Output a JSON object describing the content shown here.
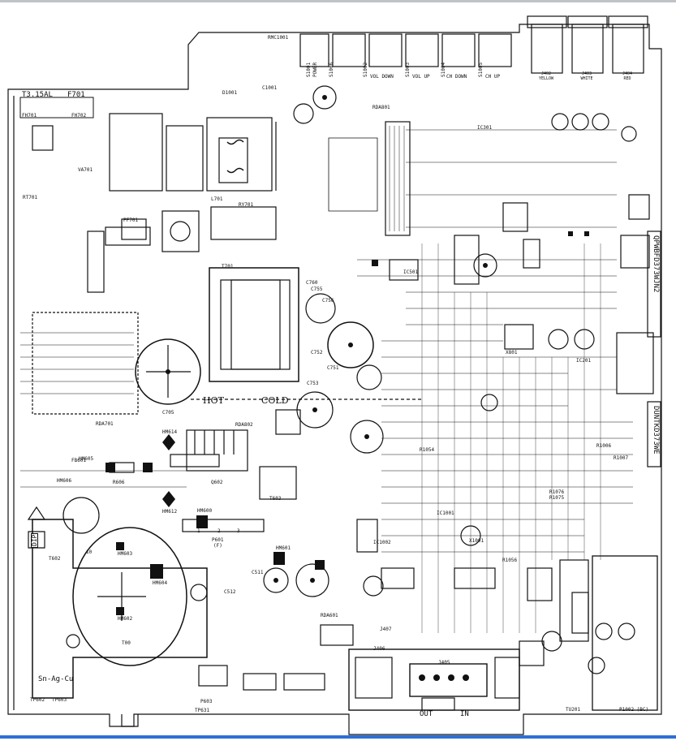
{
  "board": {
    "fuse_label": "T3.15AL",
    "fuse_ref": "F701",
    "hot_label": "HOT",
    "cold_label": "COLD",
    "dip_label": "DIP",
    "solder_label": "Sn-Ag-Cu",
    "side_code_1": "QPWBFD373WJN2",
    "side_code_2": "DUNTKD373WE"
  },
  "jacks": {
    "j402": {
      "ref": "J402",
      "color": "YELLOW"
    },
    "j403": {
      "ref": "J403",
      "color": "WHITE"
    },
    "j404": {
      "ref": "J404",
      "color": "RED"
    },
    "j405": {
      "ref": "J405",
      "out": "OUT",
      "in": "IN"
    }
  },
  "buttons": {
    "s1001": "S1001",
    "s1002": "S1002",
    "s1003": "S1003",
    "s1004": "S1004",
    "s1005": "S1005",
    "s1006": "S1006",
    "power": "POWER",
    "vol_down": "VOL DOWN",
    "vol_up": "VOL UP",
    "ch_down": "CH DOWN",
    "ch_up": "CH UP"
  },
  "components": {
    "rmc1001": "RMC1001",
    "d1001": "D1001",
    "c1001": "C1001",
    "fh701": "FH701",
    "fh702": "FH702",
    "va701": "VA701",
    "rt701": "RT701",
    "l701": "L701",
    "ry701": "RY701",
    "pf701": "PF701",
    "t701": "T701",
    "c705": "C705",
    "rda701": "RDA701",
    "rda801": "RDA801",
    "rda802": "RDA802",
    "rda601": "RDA601",
    "q602": "Q602",
    "t603": "T603",
    "p601": "P601",
    "p601_sub": "(F)",
    "t602": "T602",
    "hm600": "HM600",
    "hm601": "HM601",
    "hm602": "HM602",
    "hm603": "HM603",
    "hm604": "HM604",
    "hm605": "HM605",
    "hm606": "HM606",
    "hm612": "HM612",
    "hm614": "HM614",
    "fb601": "FB601",
    "r606": "R606",
    "tp602": "TP602",
    "tp603": "TP603",
    "tp631": "TP631",
    "p603": "P603",
    "ic1001": "IC1001",
    "ic1002": "IC1002",
    "ic201": "IC201",
    "ic301": "IC301",
    "ic501": "IC501",
    "x801": "X801",
    "x1001": "X1001",
    "tu201": "TU201",
    "p1002": "P1002 (BC)",
    "j406": "J406",
    "j407": "J407",
    "c751": "C751",
    "c752": "C752",
    "c753": "C753",
    "c755": "C755",
    "c756": "C756",
    "c760": "C760",
    "c511": "C511",
    "c512": "C512",
    "r1006": "R1006",
    "r1007": "R1007",
    "r1054": "R1054",
    "r1056": "R1056",
    "r1075": "R1075",
    "r1076": "R1076",
    "t00": "T00",
    "num_1": "1",
    "num_2": "2",
    "num_3": "3",
    "num_10": "10"
  }
}
